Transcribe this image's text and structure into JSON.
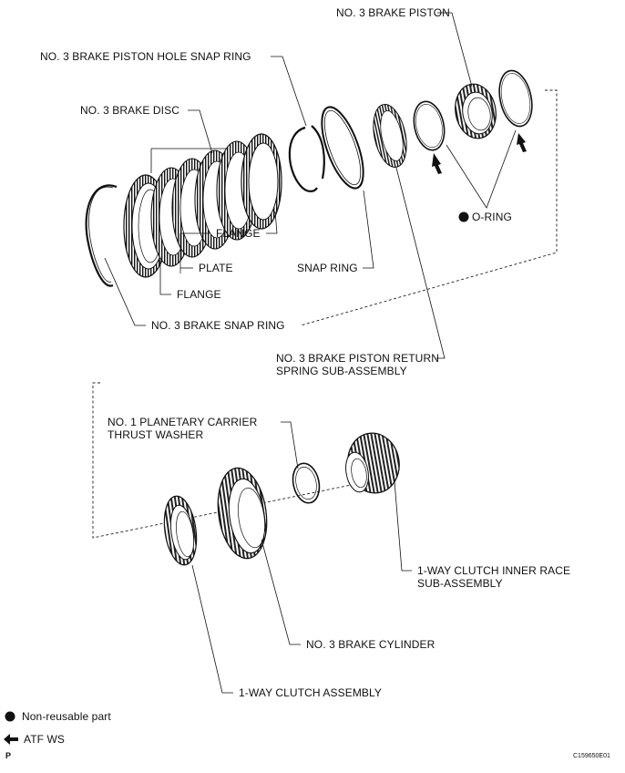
{
  "labels": {
    "no3_brake_piston": "NO. 3 BRAKE PISTON",
    "hole_snap_ring": "NO. 3 BRAKE PISTON HOLE SNAP RING",
    "brake_disc": "NO. 3 BRAKE DISC",
    "flange_upper": "FLANGE",
    "plate": "PLATE",
    "flange_lower": "FLANGE",
    "snap_ring": "SNAP RING",
    "o_ring": "O-RING",
    "brake_snap_ring": "NO. 3 BRAKE SNAP RING",
    "return_spring": "NO. 3 BRAKE PISTON RETURN\nSPRING SUB-ASSEMBLY",
    "thrust_washer": "NO. 1 PLANETARY CARRIER\nTHRUST WASHER",
    "inner_race": "1-WAY CLUTCH INNER RACE\nSUB-ASSEMBLY",
    "brake_cylinder": "NO. 3 BRAKE CYLINDER",
    "clutch_assembly": "1-WAY CLUTCH ASSEMBLY"
  },
  "legend": {
    "non_reusable": "Non-reusable part",
    "atf_ws": "ATF WS"
  },
  "corner": {
    "p_mark": "P",
    "figure_code": "C159650E01"
  },
  "icons": {
    "non_reusable": "filled-circle-icon",
    "apply_fluid": "arrow-left-icon"
  }
}
